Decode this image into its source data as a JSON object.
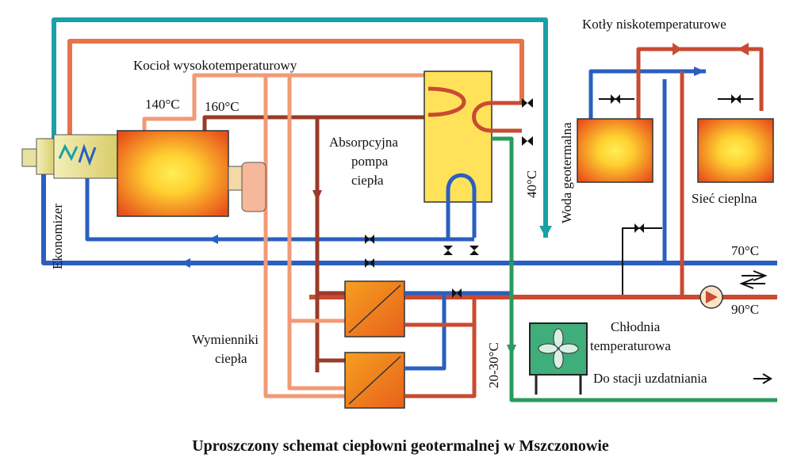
{
  "labels": {
    "high_temp_boiler": "Kocioł wysokotemperaturowy",
    "low_temp_boilers": "Kotły niskotemperaturowe",
    "t140": "140°C",
    "t160": "160°C",
    "absorption_pump_line1": "Absorpcyjna",
    "absorption_pump_line2": "pompa",
    "absorption_pump_line3": "ciepła",
    "geothermal_water": "Woda geotermalna",
    "t40": "40°C",
    "heat_network": "Sieć cieplna",
    "t70": "70°C",
    "t90": "90°C",
    "economizer": "Ekonomizer",
    "exchangers_line1": "Wymienniki",
    "exchangers_line2": "ciepła",
    "t20_30": "20-30°C",
    "cooler_line1": "Chłodnia",
    "cooler_line2": "temperaturowa",
    "to_treatment": "Do stacji uzdatniania"
  },
  "caption": "Uproszczony schemat ciepłowni geotermalnej w Mszczonowie",
  "colors": {
    "teal": "#1aa0a6",
    "green": "#2a9a5e",
    "blue": "#2a5fc0",
    "hot_red": "#c84b32",
    "dark_red": "#9a3a2a",
    "salmon": "#f19a76",
    "orange_box": "#e8601c",
    "yellow_core": "#ffe84a",
    "pump_yellow": "#ffe25a"
  }
}
